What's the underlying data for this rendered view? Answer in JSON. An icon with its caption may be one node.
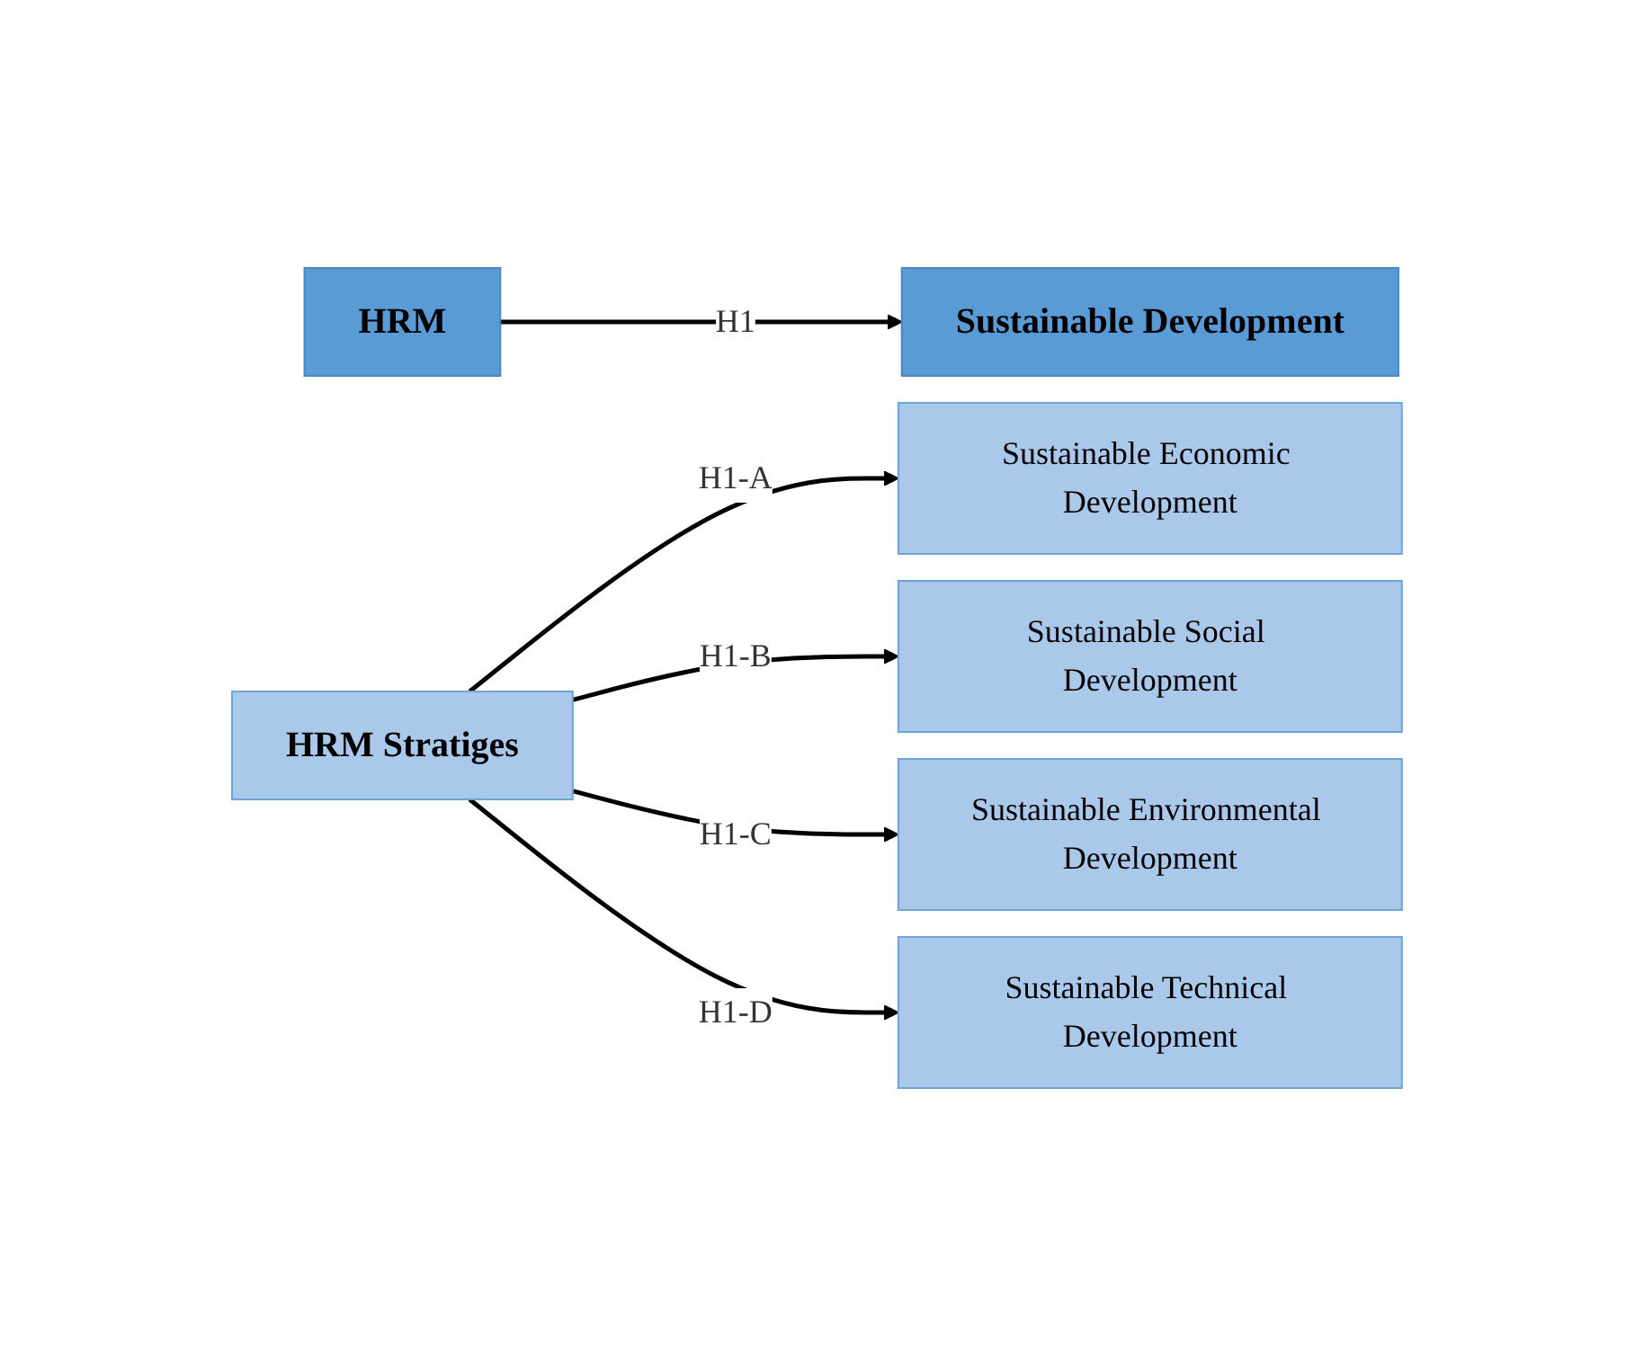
{
  "diagram": {
    "nodes": [
      {
        "text": [
          "HRM"
        ]
      },
      {
        "text": [
          "Sustainable Development"
        ]
      },
      {
        "text": [
          "HRM Stratiges"
        ]
      },
      {
        "text": [
          "Sustainable Economic Development"
        ]
      },
      {
        "text": [
          "Sustainable Social Development"
        ]
      },
      {
        "text": [
          "Sustainable Environmental Development"
        ]
      },
      {
        "text": [
          "Sustainable Technical Development"
        ]
      }
    ],
    "edges": [
      {
        "from": 0,
        "to": 1,
        "arrow": "to",
        "label": "H1"
      },
      {
        "from": 2,
        "to": 3,
        "arrow": "to",
        "label": "H1-A"
      },
      {
        "from": 2,
        "to": 4,
        "arrow": "to",
        "label": "H1-B"
      },
      {
        "from": 2,
        "to": 5,
        "arrow": "to",
        "label": "H1-C"
      },
      {
        "from": 2,
        "to": 6,
        "arrow": "to",
        "label": "H1-D"
      }
    ]
  }
}
